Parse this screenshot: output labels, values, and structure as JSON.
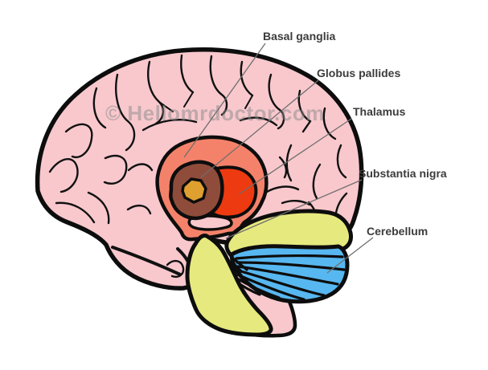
{
  "diagram": {
    "watermark": "© Hellomrdoctor.com",
    "labels": [
      {
        "id": "basal-ganglia",
        "text": "Basal ganglia"
      },
      {
        "id": "globus-pallides",
        "text": "Globus pallides"
      },
      {
        "id": "thalamus",
        "text": "Thalamus"
      },
      {
        "id": "substantia-nigra",
        "text": "Substantia nigra"
      },
      {
        "id": "cerebellum",
        "text": "Cerebellum"
      }
    ],
    "colors": {
      "background": "#ffffff",
      "cortex_pink": "#f8c8cd",
      "basal_ganglia_salmon": "#f4826a",
      "globus_pallidus_brown": "#8f4c3b",
      "core_orange": "#dfa030",
      "thalamus_red": "#ee3a10",
      "brainstem_yellow": "#e6e97e",
      "cerebellum_blue": "#57b7f0",
      "outline_black": "#0d0d0d",
      "label_text": "#3c3c3c",
      "leader_line": "#6e6e6e",
      "watermark_gray": "#8a8a8a"
    }
  }
}
